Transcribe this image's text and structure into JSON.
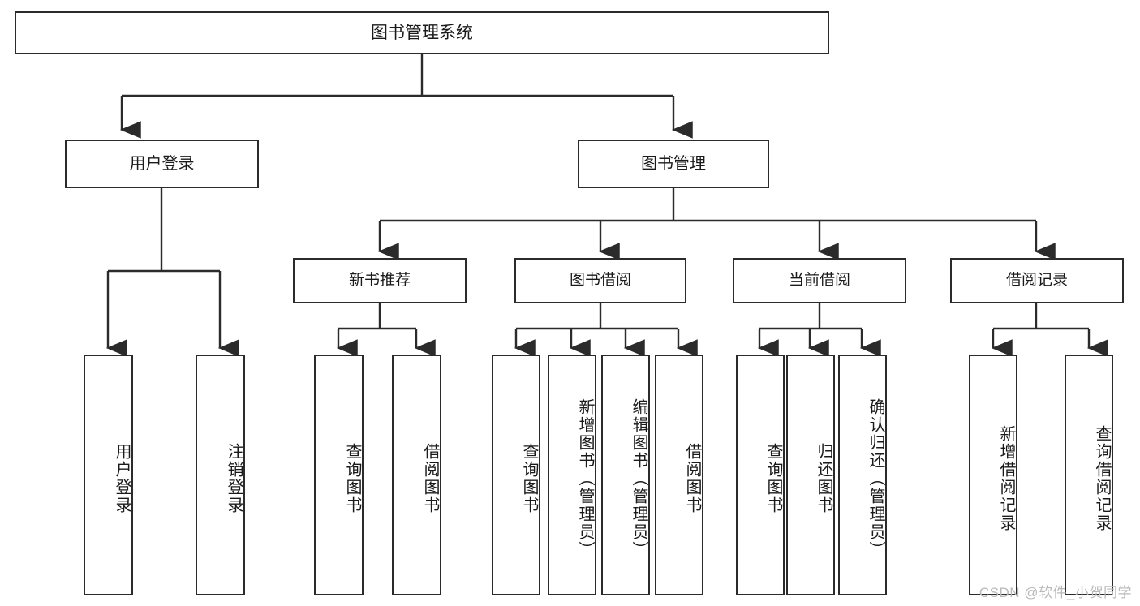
{
  "diagram": {
    "title": "图书管理系统",
    "type": "tree-hierarchy-diagram",
    "watermark": "CSDN @软件_小贺同学",
    "colors": {
      "box_border": "#2b2b2b",
      "box_fill": "#ffffff",
      "text": "#1a1a1a",
      "connector": "#2b2b2b",
      "watermark": "#b9b9b9",
      "background": "#ffffff"
    },
    "root": {
      "label": "图书管理系统"
    },
    "level2": [
      {
        "label": "用户登录"
      },
      {
        "label": "图书管理"
      }
    ],
    "level3": [
      {
        "label": "新书推荐"
      },
      {
        "label": "图书借阅"
      },
      {
        "label": "当前借阅"
      },
      {
        "label": "借阅记录"
      }
    ],
    "leaves": {
      "user_login": [
        {
          "label": "用户登录"
        },
        {
          "label": "注销登录"
        }
      ],
      "new_book_recommend": [
        {
          "label": "查询图书"
        },
        {
          "label": "借阅图书"
        }
      ],
      "book_borrow": [
        {
          "label": "查询图书"
        },
        {
          "label": "新增图书（管理员）"
        },
        {
          "label": "编辑图书（管理员）"
        },
        {
          "label": "借阅图书"
        }
      ],
      "current_borrow": [
        {
          "label": "查询图书"
        },
        {
          "label": "归还图书"
        },
        {
          "label": "确认归还（管理员）"
        }
      ],
      "borrow_record": [
        {
          "label": "新增借阅记录"
        },
        {
          "label": "查询借阅记录"
        }
      ]
    }
  }
}
